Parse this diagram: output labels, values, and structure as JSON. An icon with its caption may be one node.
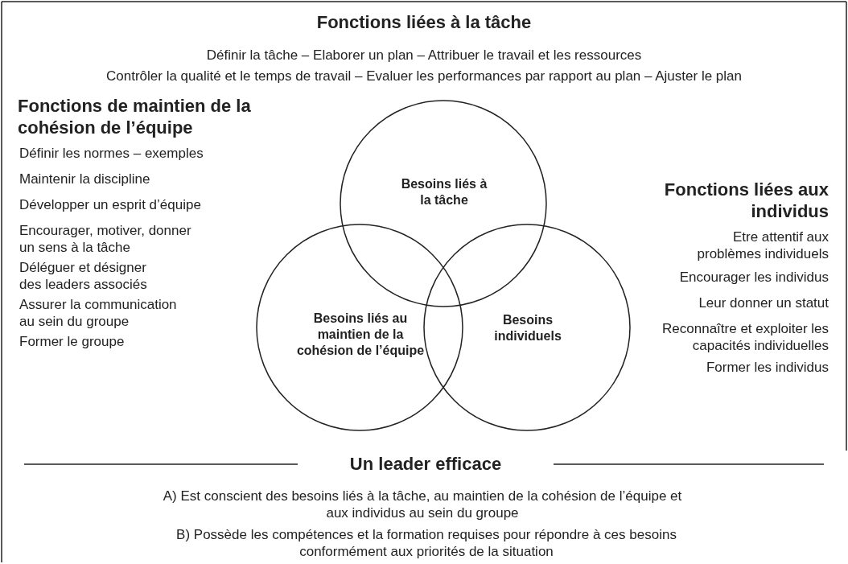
{
  "diagram": {
    "nodes": [
      {
        "text": [
          "Besoins liés à la tâche"
        ]
      },
      {
        "text": [
          "Besoins liés au maintien de la cohésion de l’équipe"
        ]
      },
      {
        "text": [
          "Besoins individuels"
        ]
      }
    ],
    "labels": [
      "Fonctions liées à la tâche",
      "Définir la tâche – Elaborer un plan – Attribuer le travail et les ressources",
      "Contrôler la qualité et le temps de travail – Evaluer les performances par rapport au plan – Ajuster le plan",
      "Fonctions de maintien de la cohésion de l’équipe",
      "Définir les normes – exemples",
      "Maintenir la discipline",
      "Développer un esprit d’équipe",
      "Encourager, motiver, donner un sens à la tâche",
      "Déléguer et désigner des leaders associés",
      "Assurer la communication au sein du groupe",
      "Former le groupe",
      "Fonctions liées aux individus",
      "Etre attentif aux problèmes individuels",
      "Encourager les individus",
      "Leur donner un statut",
      "Reconnaître et exploiter les capacités individuelles",
      "Former les individus",
      "Un leader efficace",
      "A) Est conscient des besoins liés à la tâche, au maintien de la cohésion de l’équipe et aux individus au sein du groupe",
      "B) Possède les compétences et la formation requises pour répondre à ces besoins conformément aux priorités de la situation"
    ]
  }
}
